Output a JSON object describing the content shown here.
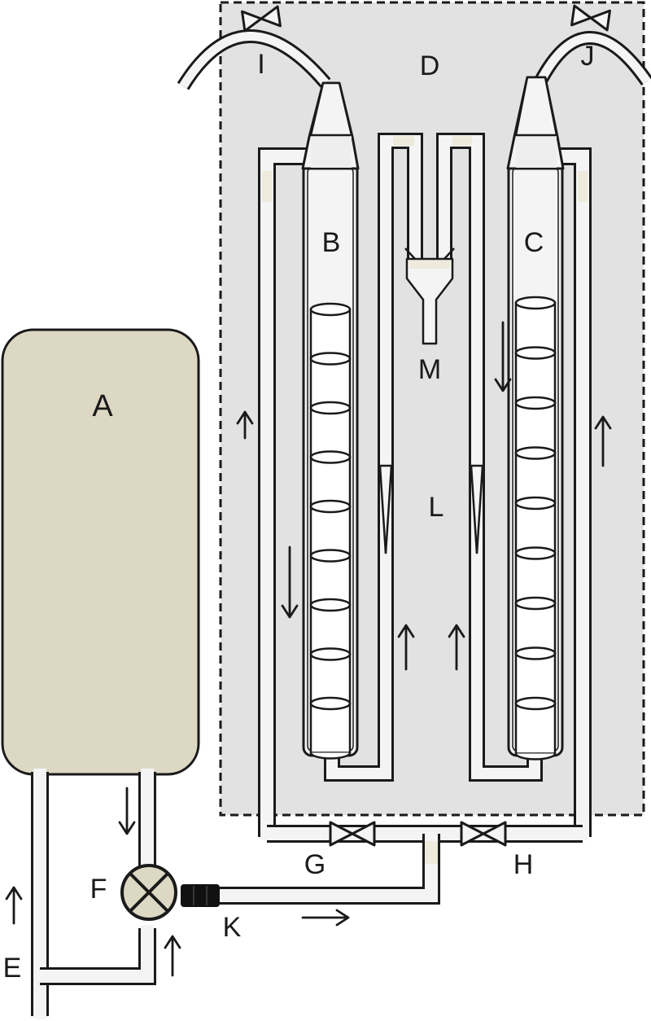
{
  "labels": {
    "A": "A",
    "B": "B",
    "C": "C",
    "D": "D",
    "E": "E",
    "F": "F",
    "G": "G",
    "H": "H",
    "I": "I",
    "J": "J",
    "K": "K",
    "L": "L",
    "M": "M"
  },
  "colors": {
    "enclosure_fill": "#e2e2e2",
    "reservoir_fill": "#ddd8c4",
    "pump_fill": "#ddd8c4",
    "tube_fill": "#f4f4f4",
    "tint": "#eeeadc",
    "stroke": "#1a1a1a"
  },
  "icons": {
    "pump": "circle-x-icon",
    "valve": "bowtie-valve-icon",
    "connector": "black-coupling-icon",
    "flow": "arrow-icon"
  }
}
